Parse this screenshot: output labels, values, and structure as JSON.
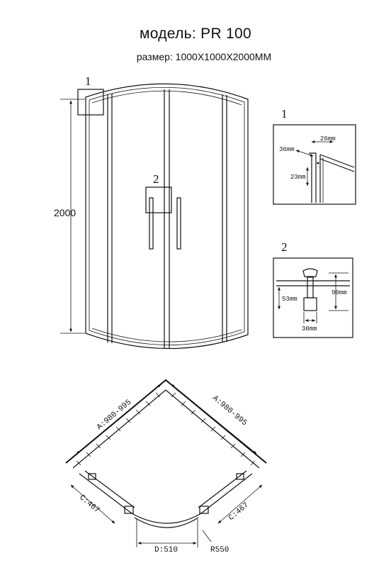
{
  "title": "модель: PR 100",
  "subtitle": "размер: 1000X1000X2000MM",
  "front_view": {
    "height_label": "2000",
    "callout_1": "1",
    "callout_2": "2"
  },
  "detail_1": {
    "label": "1",
    "dim_top": "26mm",
    "dim_left": "36mm",
    "dim_vertical": "23mm"
  },
  "detail_2": {
    "label": "2",
    "dim_right": "90mm",
    "dim_left": "53mm",
    "dim_bottom": "30mm"
  },
  "plan_view": {
    "side_a_left": "A:980-995",
    "side_a_right": "A:980-995",
    "side_c_left": "C:467",
    "side_c_right": "C:467",
    "opening_d": "D:510",
    "radius_r": "R550"
  }
}
